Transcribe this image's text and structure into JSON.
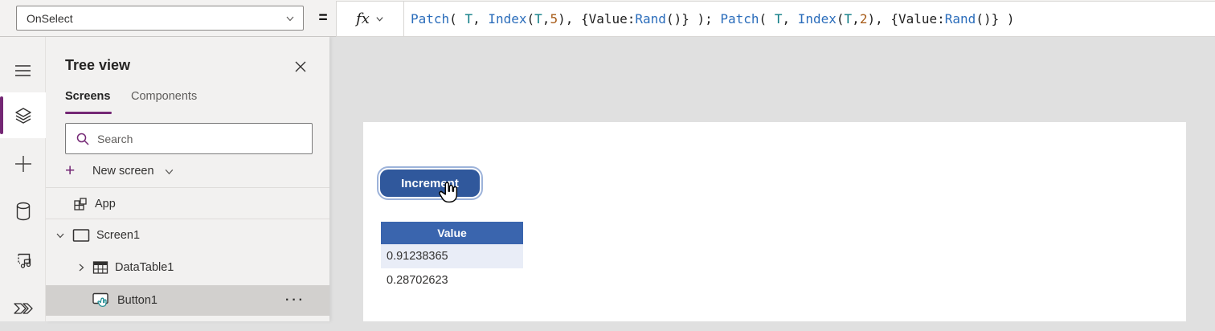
{
  "colors": {
    "accent_purple": "#742774",
    "formula_func": "#2b6dbb",
    "formula_var": "#0e7c86",
    "formula_num": "#a85c19",
    "formula_plain": "#1f1f1f",
    "table_header_blue": "#3a65ae",
    "table_row_highlight": "#e9edf7",
    "button_blue": "#30589c",
    "selection_ring_blue": "#9db3da"
  },
  "formula_bar": {
    "property_selected": "OnSelect",
    "equals_sign": "=",
    "fx_label": "fx",
    "formula_text": "Patch( T, Index(T,5), {Value:Rand()} ); Patch( T, Index(T,2), {Value:Rand()} )",
    "tokens": [
      {
        "t": "Patch",
        "c": "func"
      },
      {
        "t": "( ",
        "c": "plain"
      },
      {
        "t": "T",
        "c": "var"
      },
      {
        "t": ", ",
        "c": "plain"
      },
      {
        "t": "Index",
        "c": "func"
      },
      {
        "t": "(",
        "c": "plain"
      },
      {
        "t": "T",
        "c": "var"
      },
      {
        "t": ",",
        "c": "plain"
      },
      {
        "t": "5",
        "c": "num"
      },
      {
        "t": "), {Value:",
        "c": "plain"
      },
      {
        "t": "Rand",
        "c": "func"
      },
      {
        "t": "()} ); ",
        "c": "plain"
      },
      {
        "t": "Patch",
        "c": "func"
      },
      {
        "t": "( ",
        "c": "plain"
      },
      {
        "t": "T",
        "c": "var"
      },
      {
        "t": ", ",
        "c": "plain"
      },
      {
        "t": "Index",
        "c": "func"
      },
      {
        "t": "(",
        "c": "plain"
      },
      {
        "t": "T",
        "c": "var"
      },
      {
        "t": ",",
        "c": "plain"
      },
      {
        "t": "2",
        "c": "num"
      },
      {
        "t": "), {Value:",
        "c": "plain"
      },
      {
        "t": "Rand",
        "c": "func"
      },
      {
        "t": "()} )",
        "c": "plain"
      }
    ]
  },
  "left_rail": {
    "items": [
      {
        "icon": "hamburger-menu-icon",
        "selected": false
      },
      {
        "icon": "tree-view-layers-icon",
        "selected": true
      },
      {
        "icon": "insert-plus-icon",
        "selected": false
      },
      {
        "icon": "data-cylinder-icon",
        "selected": false
      },
      {
        "icon": "media-icon",
        "selected": false
      },
      {
        "icon": "power-automate-icon",
        "selected": false
      }
    ]
  },
  "tree_view": {
    "title": "Tree view",
    "tabs": [
      {
        "label": "Screens",
        "active": true
      },
      {
        "label": "Components",
        "active": false
      }
    ],
    "search_placeholder": "Search",
    "new_screen_label": "New screen",
    "items": [
      {
        "label": "App",
        "icon": "app-icon"
      },
      {
        "label": "Screen1",
        "icon": "screen-icon",
        "expanded": true
      },
      {
        "label": "DataTable1",
        "icon": "table-icon",
        "collapsed": true
      },
      {
        "label": "Button1",
        "icon": "button-icon",
        "selected": true,
        "more_label": "···"
      }
    ]
  },
  "canvas": {
    "button_label": "Increment",
    "table": {
      "header": "Value",
      "rows": [
        "0.91238365",
        "0.28702623"
      ]
    }
  }
}
